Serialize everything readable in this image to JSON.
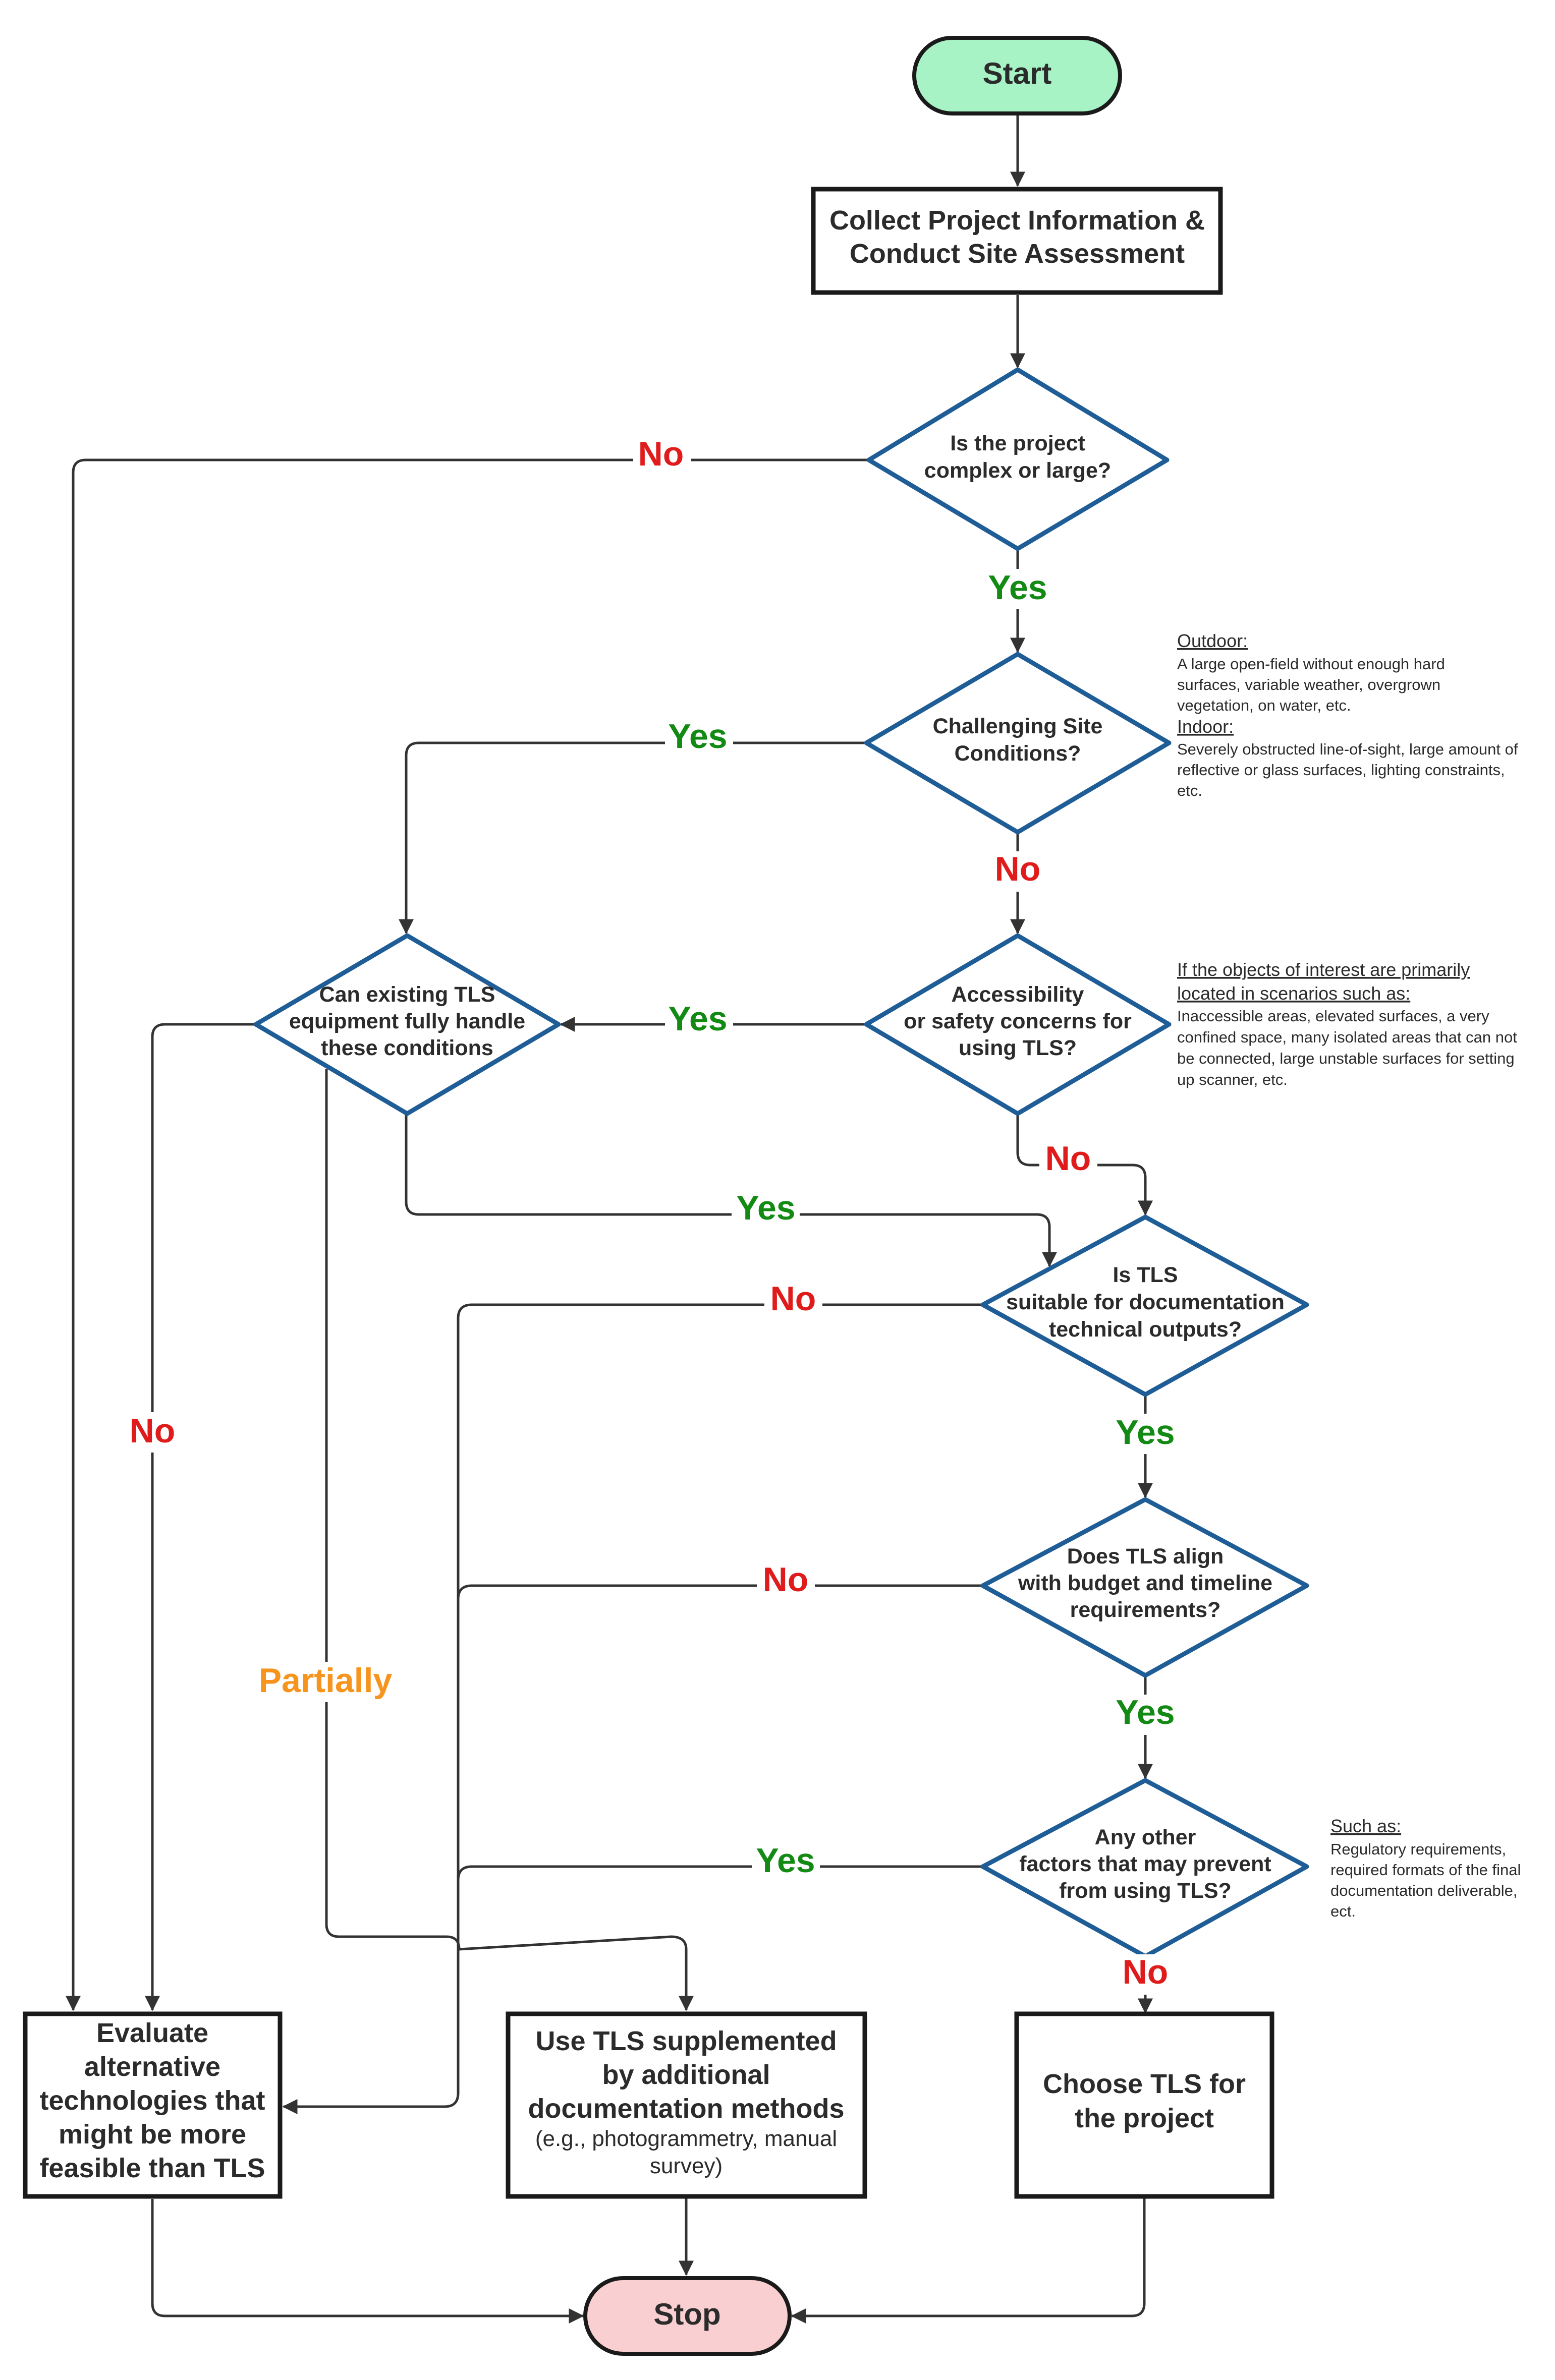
{
  "colors": {
    "terminal_start_fill": "#a7f3c6",
    "terminal_stop_fill": "#f9cfd1",
    "decision_stroke": "#1f5d96",
    "process_stroke": "#1a1a1a",
    "edge": "#333333",
    "no": "#e01b1b",
    "yes": "#138a13",
    "partially": "#f7941d"
  },
  "nodes": {
    "start": {
      "label": "Start"
    },
    "collect": {
      "lines": [
        "Collect Project Information &",
        "Conduct Site Assessment"
      ]
    },
    "q_complex": {
      "lines": [
        "Is the project",
        "complex or large?"
      ]
    },
    "q_site": {
      "lines": [
        "Challenging Site",
        "Conditions?"
      ]
    },
    "q_access": {
      "lines": [
        "Accessibility",
        "or safety concerns for",
        "using TLS?"
      ]
    },
    "q_equipment": {
      "lines": [
        "Can existing TLS",
        "equipment fully handle",
        "these conditions"
      ]
    },
    "q_suitable": {
      "lines": [
        "Is TLS",
        "suitable for documentation",
        "technical outputs?"
      ]
    },
    "q_budget": {
      "lines": [
        "Does TLS align",
        "with budget and timeline",
        "requirements?"
      ]
    },
    "q_other": {
      "lines": [
        "Any other",
        "factors that may prevent",
        "from using TLS?"
      ]
    },
    "evaluate": {
      "lines": [
        "Evaluate",
        "alternative",
        "technologies that",
        "might be more",
        "feasible than TLS"
      ]
    },
    "supplement": {
      "lines": [
        "Use TLS supplemented",
        "by additional",
        "documentation methods"
      ],
      "sub_lines": [
        "(e.g., photogrammetry, manual",
        "survey)"
      ]
    },
    "choose": {
      "lines": [
        "Choose TLS for",
        "the project"
      ]
    },
    "stop": {
      "label": "Stop"
    }
  },
  "edge_labels": {
    "complex_no": "No",
    "complex_yes": "Yes",
    "site_yes": "Yes",
    "site_no": "No",
    "access_yes": "Yes",
    "access_no": "No",
    "equipment_yes": "Yes",
    "equipment_no": "No",
    "equipment_partially": "Partially",
    "suitable_no": "No",
    "suitable_yes": "Yes",
    "budget_no": "No",
    "budget_yes": "Yes",
    "other_yes": "Yes",
    "other_no": "No"
  },
  "notes": {
    "site": {
      "outdoor_head": "Outdoor:",
      "outdoor_lines": [
        "A large open-field without enough hard",
        "surfaces, variable weather, overgrown",
        "vegetation, on water, etc."
      ],
      "indoor_head": "Indoor:",
      "indoor_lines": [
        "Severely obstructed line-of-sight, large amount of",
        "reflective or glass surfaces, lighting constraints,",
        "etc."
      ]
    },
    "access": {
      "head_lines": [
        "If the objects of interest are primarily",
        "located in scenarios such as:"
      ],
      "lines": [
        "Inaccessible areas, elevated surfaces, a very",
        "confined space, many isolated areas that can not",
        "be connected, large unstable surfaces for setting",
        "up scanner, etc."
      ]
    },
    "other": {
      "head": "Such as:",
      "lines": [
        "Regulatory requirements,",
        "required formats of the final",
        "documentation deliverable,",
        "ect."
      ]
    }
  }
}
